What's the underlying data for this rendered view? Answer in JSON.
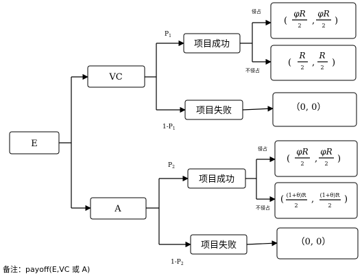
{
  "nodes": {
    "root": "E",
    "vc": "VC",
    "a": "A",
    "vc_success": "项目成功",
    "vc_failure": "项目失败",
    "a_success": "项目成功",
    "a_failure": "项目失败"
  },
  "branches": {
    "vc_p": "P",
    "vc_p_sub": "1",
    "vc_q": "1-P",
    "vc_q_sub": "1",
    "a_p": "P",
    "a_p_sub": "2",
    "a_q": "1-P",
    "a_q_sub": "2",
    "vc_infringe": "侵占",
    "vc_no_infringe": "不侵占",
    "a_infringe": "侵占",
    "a_no_infringe": "不侵占"
  },
  "payoffs": {
    "vc_infringe": {
      "n1": "φR",
      "d1": "2",
      "sep": ",",
      "n2": "φR",
      "d2": "2"
    },
    "vc_no_infringe": {
      "n1": "R",
      "d1": "2",
      "sep": ",",
      "n2": "R",
      "d2": "2"
    },
    "vc_failure": "（0, 0）",
    "a_infringe": {
      "n1": "φR",
      "d1": "2",
      "sep": ",",
      "n2": "φR",
      "d2": "2"
    },
    "a_no_infringe": {
      "n1": "(1+θ)R",
      "d1": "2",
      "sep": ",",
      "n2": "(1+θ)R",
      "d2": "2"
    },
    "a_failure": "（0, 0）"
  },
  "note": "备注：payoff(E,VC  或 A)"
}
